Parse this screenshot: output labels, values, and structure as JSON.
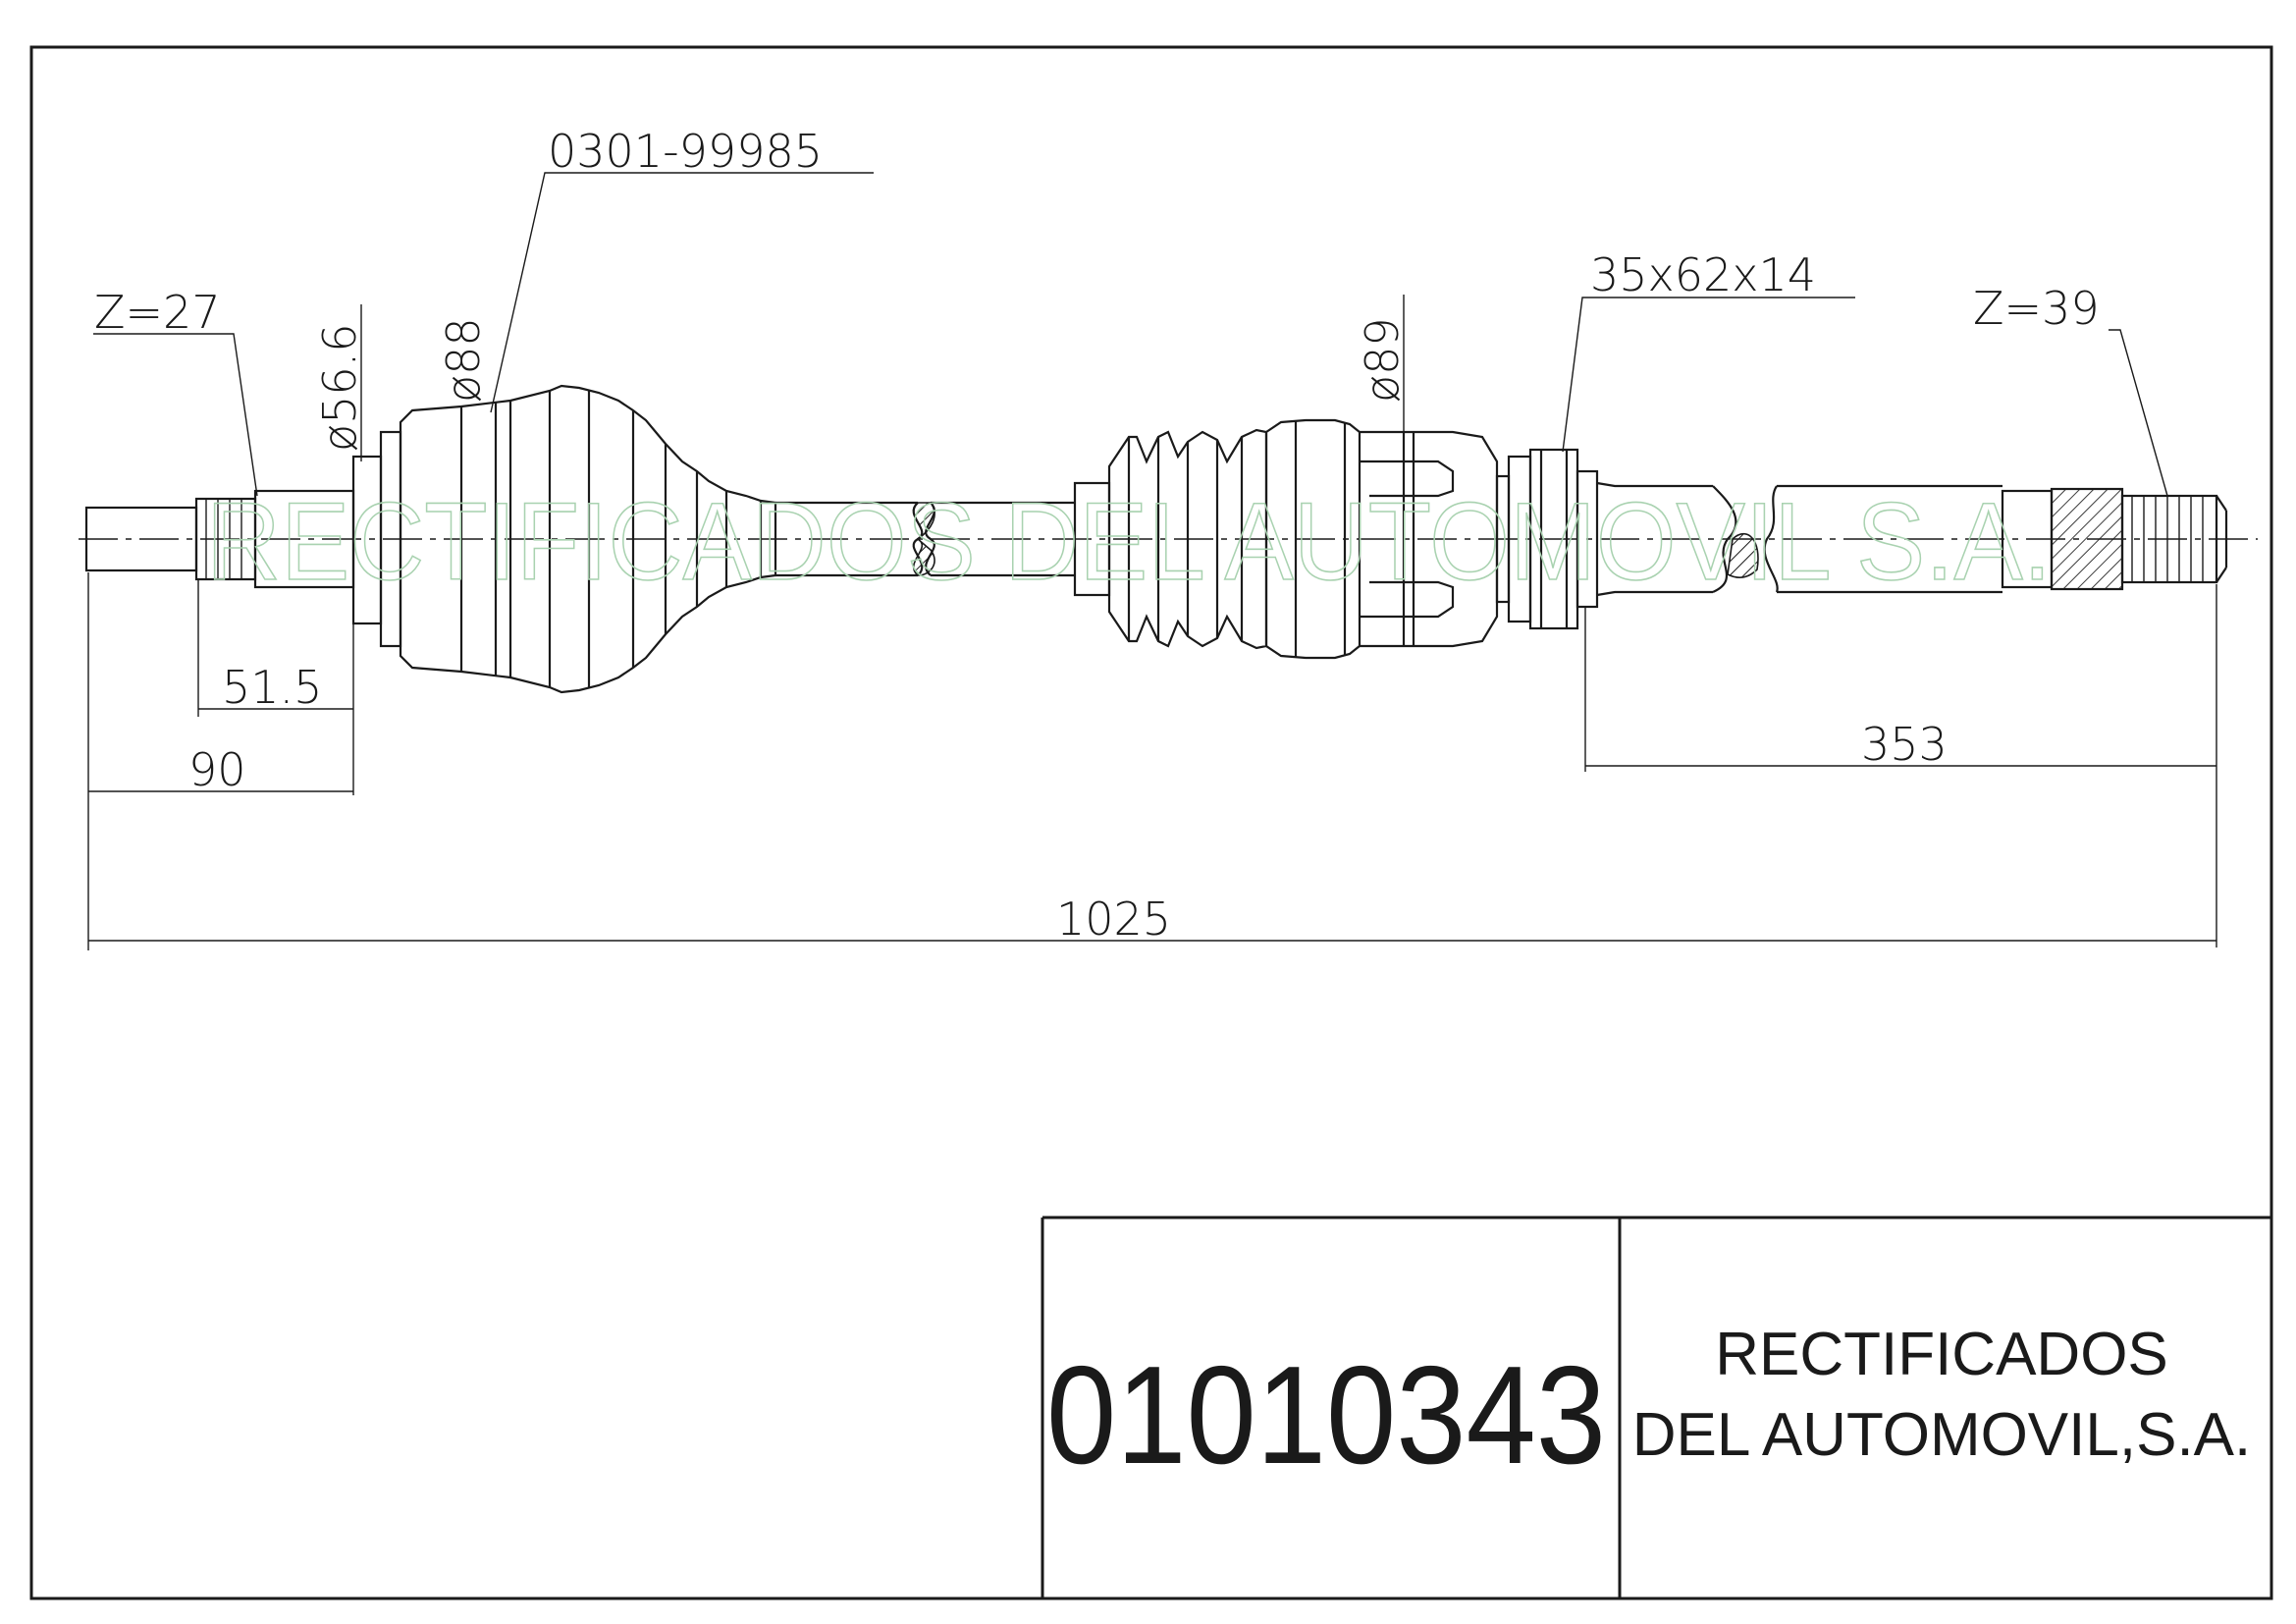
{
  "labels": {
    "part_ref": "0301-99985",
    "z_left": "Z=27",
    "z_right": "Z=39",
    "dia_566": "ø56.6",
    "dia_88": "ø88",
    "dia_89": "ø89",
    "bearing": "35x62x14"
  },
  "dimensions": {
    "d_515": "51.5",
    "d_90": "90",
    "d_353": "353",
    "d_1025": "1025"
  },
  "watermark": "RECTIFICADOS DEL AUTOMOVIL S.A.",
  "title_block": {
    "part_number": "01010343",
    "company_line1": "RECTIFICADOS",
    "company_line2": "DEL AUTOMOVIL,S.A."
  }
}
